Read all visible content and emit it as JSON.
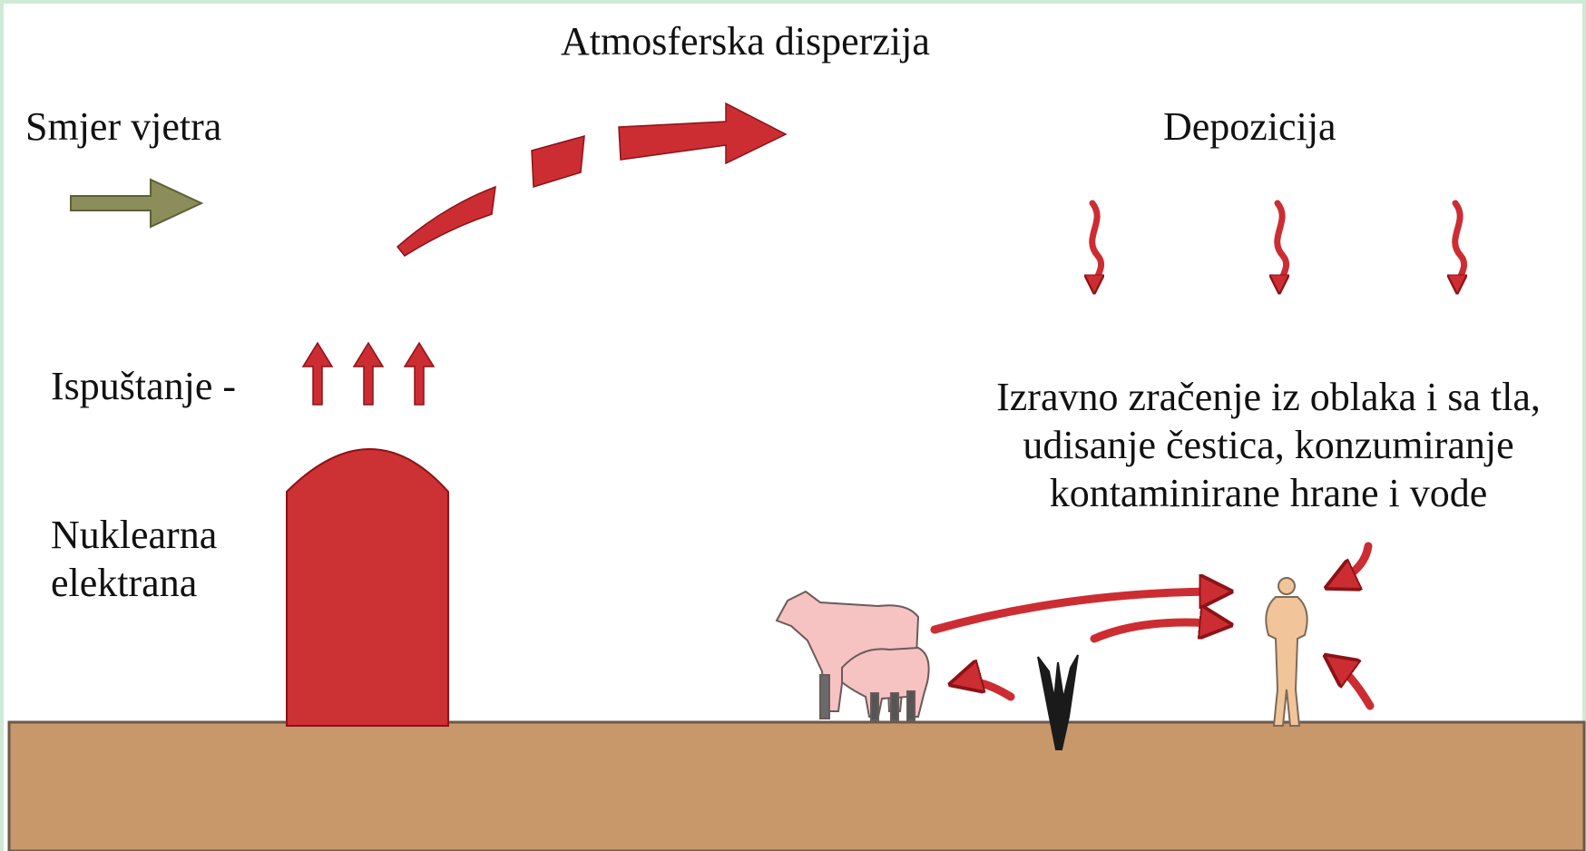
{
  "labels": {
    "dispersion": "Atmosferska disperzija",
    "wind_direction": "Smjer vjetra",
    "deposition": "Depozicija",
    "release": "Ispuštanje -",
    "plant": [
      "Nuklearna",
      "elektrana"
    ],
    "exposure": [
      "Izravno zračenje iz oblaka i sa tla,",
      "udisanje čestica, konzumiranje",
      "kontaminirane hrane i vode"
    ]
  },
  "colors": {
    "arrow_red": "#cc2d32",
    "arrow_dark": "#8c1216",
    "wind_arrow": "#8b8d5a",
    "ground": "#c8976a",
    "ground_edge": "#6b5a4c",
    "building": "#cc3134",
    "animal": "#f6c2c2",
    "person": "#f2c49a",
    "frame_green": "#cfe9d6"
  },
  "icons": [
    "wind-arrow-icon",
    "release-arrow-icon",
    "dispersion-arrow-icon",
    "deposition-arrow-icon",
    "cow-icon",
    "sheep-icon",
    "plant-icon",
    "person-icon",
    "exposure-arrow-icon"
  ]
}
